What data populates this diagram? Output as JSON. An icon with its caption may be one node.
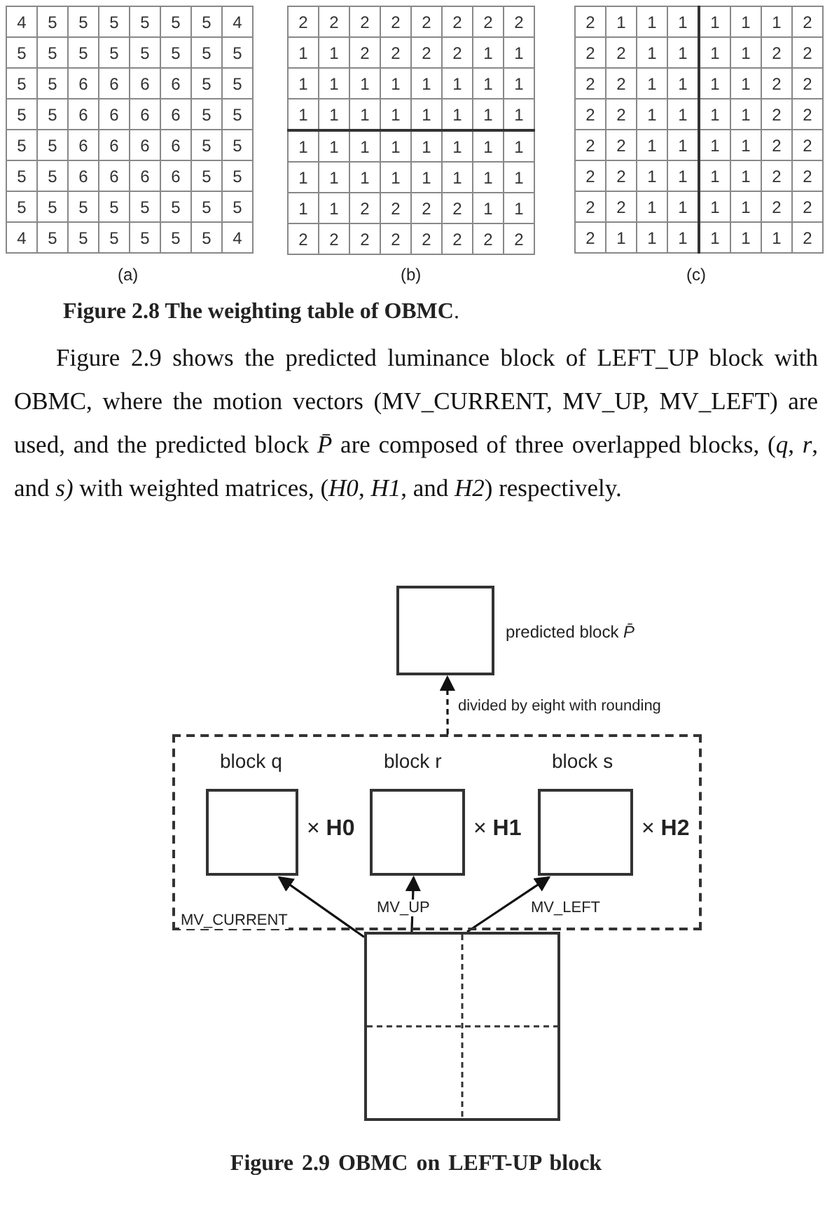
{
  "diagram": {
    "caption": "Figure 2.9 OBMC on LEFT-UP block",
    "nodes": [
      {
        "text": [],
        "shape": "box",
        "beside": [
          "predicted block *P̄*"
        ]
      },
      {
        "text": [],
        "shape": "box"
      },
      {
        "text": [
          "block q"
        ],
        "in": 1,
        "beside": [
          "× **H0**"
        ]
      },
      {
        "text": [
          "block r"
        ],
        "in": 1,
        "beside": [
          "× **H1**"
        ]
      },
      {
        "text": [
          "block s"
        ],
        "in": 1,
        "beside": [
          "× **H2**"
        ]
      },
      {
        "text": [],
        "shape": "box"
      }
    ],
    "edges": [
      {
        "from": 1,
        "to": 0,
        "arrow": "to",
        "label": "divided by eight with rounding",
        "style": "dashed"
      },
      {
        "from": 5,
        "to": 2,
        "arrow": "to",
        "label": "MV_CURRENT"
      },
      {
        "from": 5,
        "to": 3,
        "arrow": "to",
        "label": "MV_UP"
      },
      {
        "from": 5,
        "to": 4,
        "arrow": "to",
        "label": "MV_LEFT"
      }
    ],
    "labels": [
      "4",
      "5",
      "5",
      "5",
      "5",
      "5",
      "5",
      "4",
      "5",
      "5",
      "5",
      "5",
      "5",
      "5",
      "5",
      "5",
      "5",
      "5",
      "6",
      "6",
      "6",
      "6",
      "5",
      "5",
      "5",
      "5",
      "6",
      "6",
      "6",
      "6",
      "5",
      "5",
      "5",
      "5",
      "6",
      "6",
      "6",
      "6",
      "5",
      "5",
      "5",
      "5",
      "6",
      "6",
      "6",
      "6",
      "5",
      "5",
      "5",
      "5",
      "5",
      "5",
      "5",
      "5",
      "5",
      "5",
      "4",
      "5",
      "5",
      "5",
      "5",
      "5",
      "5",
      "4",
      "(a)",
      "2",
      "2",
      "2",
      "2",
      "2",
      "2",
      "2",
      "2",
      "1",
      "1",
      "2",
      "2",
      "2",
      "2",
      "1",
      "1",
      "1",
      "1",
      "1",
      "1",
      "1",
      "1",
      "1",
      "1",
      "1",
      "1",
      "1",
      "1",
      "1",
      "1",
      "1",
      "1",
      "1",
      "1",
      "1",
      "1",
      "1",
      "1",
      "1",
      "1",
      "1",
      "1",
      "1",
      "1",
      "1",
      "1",
      "1",
      "1",
      "1",
      "1",
      "2",
      "2",
      "2",
      "2",
      "1",
      "1",
      "2",
      "2",
      "2",
      "2",
      "2",
      "2",
      "2",
      "2",
      "(b)",
      "2",
      "1",
      "1",
      "1",
      "1",
      "1",
      "1",
      "2",
      "2",
      "2",
      "1",
      "1",
      "1",
      "1",
      "2",
      "2",
      "2",
      "2",
      "1",
      "1",
      "1",
      "1",
      "2",
      "2",
      "2",
      "2",
      "1",
      "1",
      "1",
      "1",
      "2",
      "2",
      "2",
      "2",
      "1",
      "1",
      "1",
      "1",
      "2",
      "2",
      "2",
      "2",
      "1",
      "1",
      "1",
      "1",
      "2",
      "2",
      "2",
      "2",
      "1",
      "1",
      "1",
      "1",
      "2",
      "2",
      "2",
      "1",
      "1",
      "1",
      "1",
      "1",
      "1",
      "2",
      "(c)",
      "**Figure 2.8 The weighting table of OBMC**.",
      "Figure 2.9 shows the predicted luminance block of LEFT_UP block with OBMC, where the motion vectors (MV_CURRENT, MV_UP, MV_LEFT) are used, and the predicted block *P̄* are composed of three overlapped blocks, (*q*, *r*, and *s)* with weighted matrices, (*H0*, *H1*, and *H2*) respectively."
    ]
  }
}
